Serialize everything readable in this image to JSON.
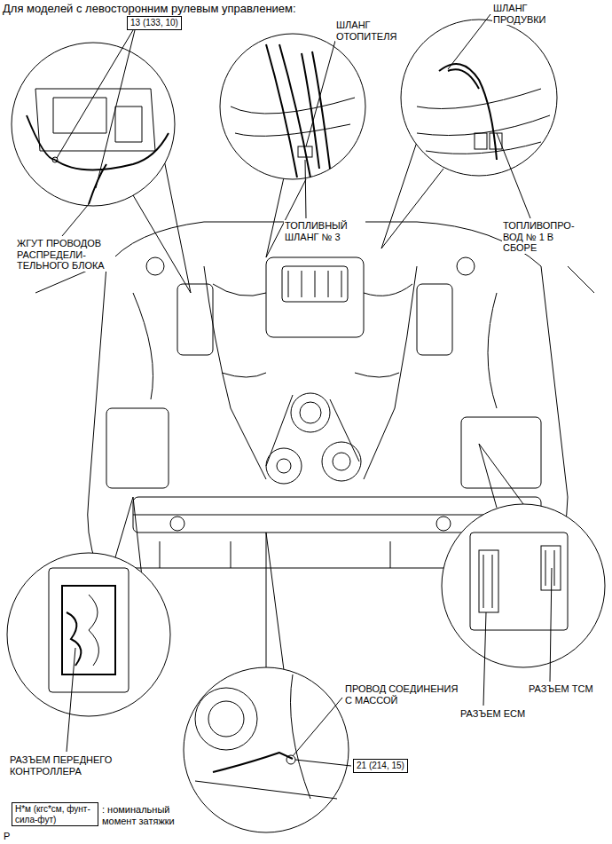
{
  "diagram": {
    "title": "Для моделей с левосторонним рулевым управлением:",
    "nodes": [
      {
        "text": [
          "13 (133, 10)"
        ]
      },
      {
        "text": [
          "21 (214, 15)"
        ]
      },
      {
        "text": [
          "Н*м (кгс*см, фунт-сила-фут)"
        ]
      }
    ],
    "labels": [
      "ШЛАНГ ОТОПИТЕЛЯ",
      "ШЛАНГ ПРОДУВКИ",
      "ЖГУТ ПРОВОДОВ РАСПРЕДЕЛИ- ТЕЛЬНОГО БЛОКА",
      "ТОПЛИВНЫЙ ШЛАНГ № 3",
      "ТОПЛИВОПРО- ВОД № 1 В СБОРЕ",
      "РАЗЪЕМ ПЕРЕДНЕГО КОНТРОЛЛЕРА",
      "ПРОВОД СОЕДИНЕНИЯ С МАССОЙ",
      "РАЗЪЕМ TCM",
      "РАЗЪЕМ ECM",
      ": номинальный момент затяжки",
      "P"
    ]
  }
}
